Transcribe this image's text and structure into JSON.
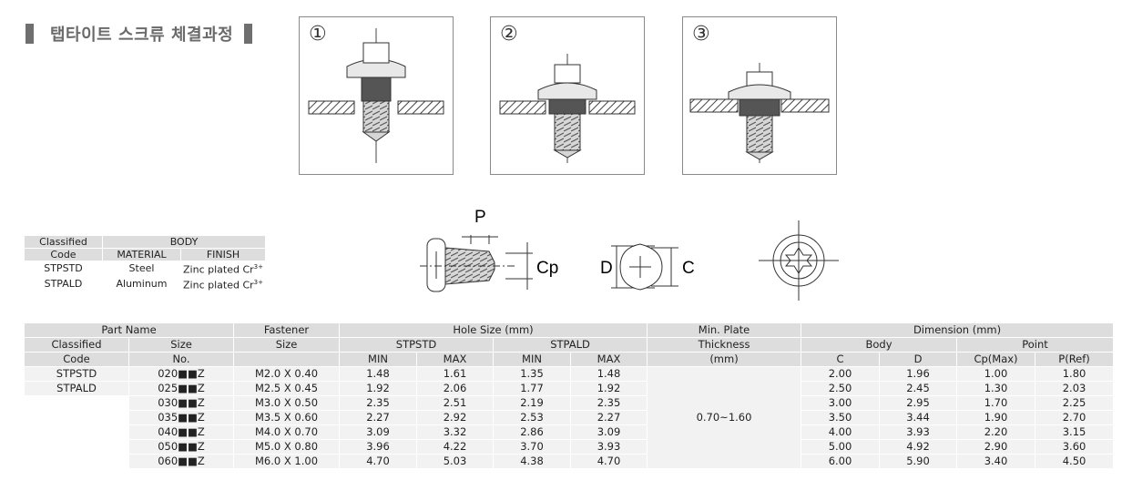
{
  "title": "탭타이트 스크류 체결과정",
  "steps": [
    {
      "number": "①"
    },
    {
      "number": "②"
    },
    {
      "number": "③"
    }
  ],
  "diagram_labels": {
    "p": "P",
    "cp": "Cp",
    "d": "D",
    "c": "C"
  },
  "classified_table": {
    "header": {
      "classified": "Classified",
      "code": "Code",
      "body": "BODY",
      "material": "MATERIAL",
      "finish": "FINISH"
    },
    "rows": [
      {
        "code": "STPSTD",
        "material": "Steel",
        "finish": "Zinc plated Cr",
        "sup": "3+"
      },
      {
        "code": "STPALD",
        "material": "Aluminum",
        "finish": "Zinc plated Cr",
        "sup": "3+"
      }
    ]
  },
  "spec_table": {
    "headers": {
      "part_name": "Part Name",
      "classified": "Classified",
      "code": "Code",
      "size": "Size",
      "no": "No.",
      "fastener": "Fastener",
      "fastener_size": "Size",
      "hole_size": "Hole Size (mm)",
      "stpstd": "STPSTD",
      "stpald": "STPALD",
      "min": "MIN",
      "max": "MAX",
      "min_plate": "Min. Plate",
      "thickness": "Thickness",
      "mm": "(mm)",
      "dimension": "Dimension (mm)",
      "body": "Body",
      "point": "Point",
      "c": "C",
      "d": "D",
      "cp": "Cp(Max)",
      "p": "P(Ref)"
    },
    "codes": [
      "STPSTD",
      "STPALD"
    ],
    "plate_thickness": "0.70~1.60",
    "rows": [
      {
        "size": "020■■Z",
        "fastener": "M2.0 X 0.40",
        "std_min": "1.48",
        "std_max": "1.61",
        "ald_min": "1.35",
        "ald_max": "1.48",
        "c": "2.00",
        "d": "1.96",
        "cp": "1.00",
        "p": "1.80"
      },
      {
        "size": "025■■Z",
        "fastener": "M2.5 X 0.45",
        "std_min": "1.92",
        "std_max": "2.06",
        "ald_min": "1.77",
        "ald_max": "1.92",
        "c": "2.50",
        "d": "2.45",
        "cp": "1.30",
        "p": "2.03"
      },
      {
        "size": "030■■Z",
        "fastener": "M3.0 X 0.50",
        "std_min": "2.35",
        "std_max": "2.51",
        "ald_min": "2.19",
        "ald_max": "2.35",
        "c": "3.00",
        "d": "2.95",
        "cp": "1.70",
        "p": "2.25"
      },
      {
        "size": "035■■Z",
        "fastener": "M3.5 X 0.60",
        "std_min": "2.27",
        "std_max": "2.92",
        "ald_min": "2.53",
        "ald_max": "2.27",
        "c": "3.50",
        "d": "3.44",
        "cp": "1.90",
        "p": "2.70"
      },
      {
        "size": "040■■Z",
        "fastener": "M4.0 X 0.70",
        "std_min": "3.09",
        "std_max": "3.32",
        "ald_min": "2.86",
        "ald_max": "3.09",
        "c": "4.00",
        "d": "3.93",
        "cp": "2.20",
        "p": "3.15"
      },
      {
        "size": "050■■Z",
        "fastener": "M5.0 X 0.80",
        "std_min": "3.96",
        "std_max": "4.22",
        "ald_min": "3.70",
        "ald_max": "3.93",
        "c": "5.00",
        "d": "4.92",
        "cp": "2.90",
        "p": "3.60"
      },
      {
        "size": "060■■Z",
        "fastener": "M6.0 X 1.00",
        "std_min": "4.70",
        "std_max": "5.03",
        "ald_min": "4.38",
        "ald_max": "4.70",
        "c": "6.00",
        "d": "5.90",
        "cp": "3.40",
        "p": "4.50"
      }
    ]
  }
}
